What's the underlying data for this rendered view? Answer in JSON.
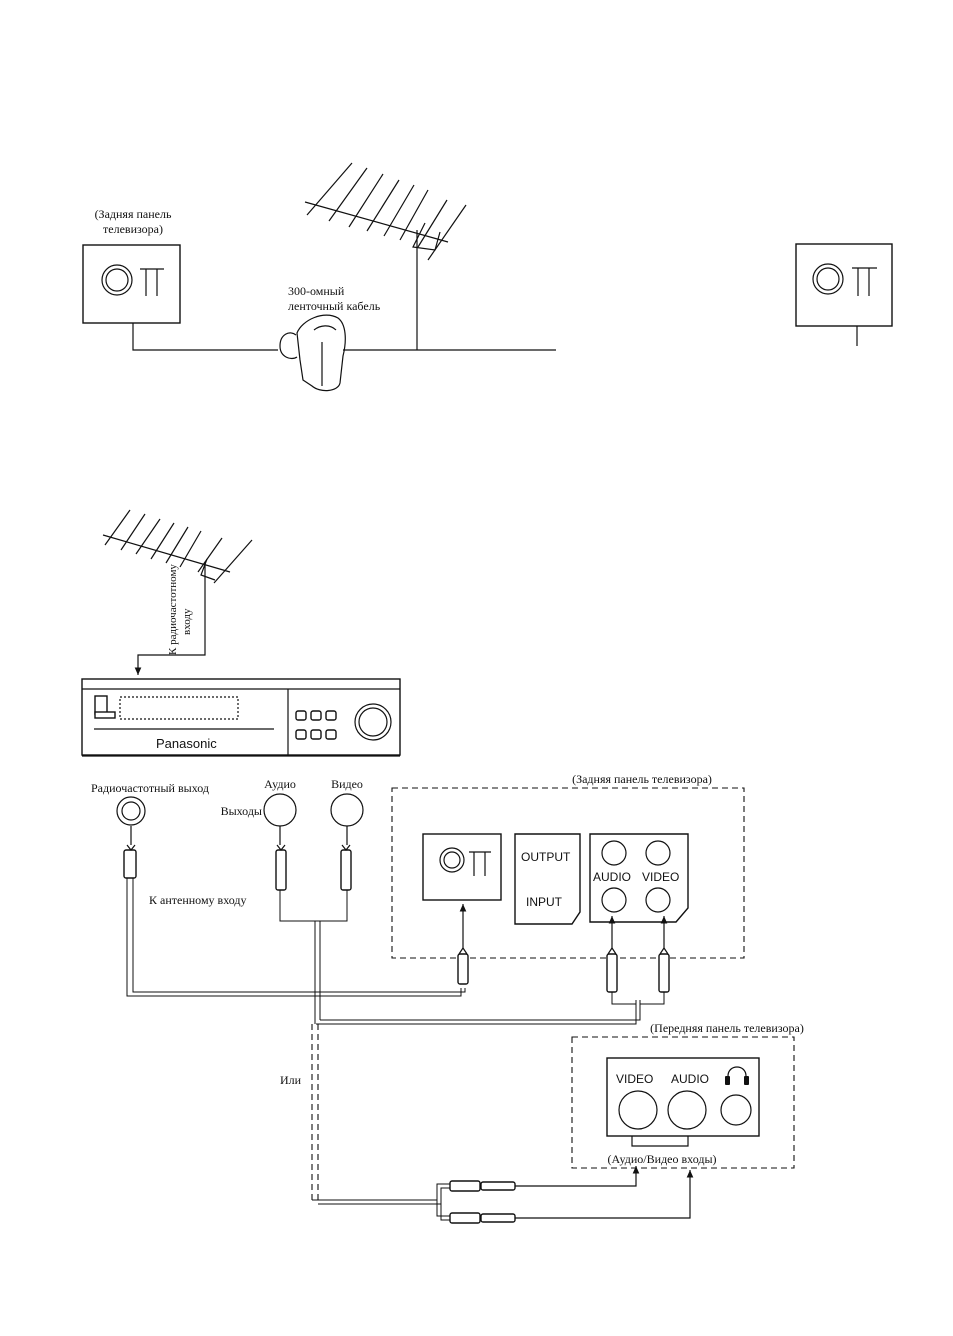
{
  "top_section": {
    "tv_back_label_line1": "(Задняя панель",
    "tv_back_label_line2": "телевизора)",
    "cable_label_line1": "300-омный",
    "cable_label_line2": "ленточный кабель"
  },
  "vcr": {
    "brand": "Panasonic",
    "rf_input_label_line1": "К радиочастотному",
    "rf_input_label_line2": "входу"
  },
  "outputs": {
    "rf_output_label": "Радиочастотный выход",
    "audio_label": "Аудио",
    "video_label": "Видео",
    "outputs_label": "Выходы",
    "antenna_input_label": "К антенному входу"
  },
  "tv_rear": {
    "label": "(Задняя панель телевизора)",
    "output_label": "OUTPUT",
    "input_label": "INPUT",
    "audio_label": "AUDIO",
    "video_label": "VIDEO"
  },
  "or_label": "Или",
  "tv_front": {
    "label": "(Передняя панель телевизора)",
    "video_label": "VIDEO",
    "audio_label": "AUDIO",
    "av_inputs_label": "(Аудио/Видео входы)"
  },
  "icons": [
    "antenna-icon",
    "balun-transformer-icon",
    "headphones-icon",
    "rf-coax-socket-icon"
  ]
}
